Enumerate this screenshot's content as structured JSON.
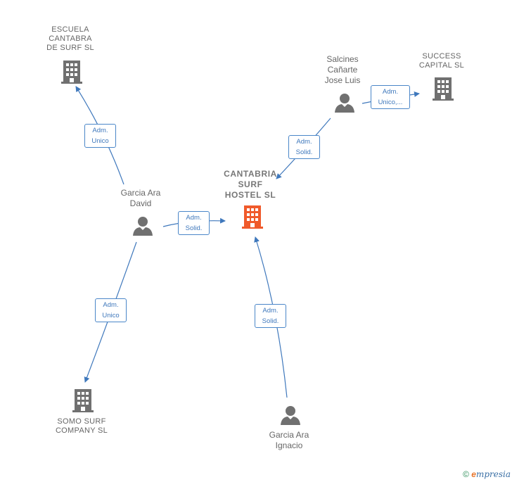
{
  "nodes": {
    "center": {
      "label": "CANTABRIA\nSURF\nHOSTEL  SL",
      "color": "#f05a2b"
    },
    "escuela": {
      "label": "ESCUELA\nCANTABRA\nDE SURF  SL"
    },
    "success": {
      "label": "SUCCESS\nCAPITAL  SL"
    },
    "somo": {
      "label": "SOMO SURF\nCOMPANY SL"
    },
    "david": {
      "label": "Garcia Ara\nDavid"
    },
    "salcines": {
      "label": "Salcines\nCañarte\nJose Luis"
    },
    "ignacio": {
      "label": "Garcia Ara\nIgnacio"
    }
  },
  "edges": {
    "david_escuela": "Adm.\nUnico",
    "david_center": "Adm.\nSolid.",
    "salcines_center": "Adm.\nSolid.",
    "salcines_success": "Adm.\nUnico,...",
    "david_somo": "Adm.\nUnico",
    "ignacio_center": "Adm.\nSolid."
  },
  "colors": {
    "edge": "#3f78bc",
    "icon_gray": "#707070",
    "text": "#666666"
  },
  "brand": {
    "copyright": "©",
    "e": "e",
    "rest": "mpresia"
  }
}
